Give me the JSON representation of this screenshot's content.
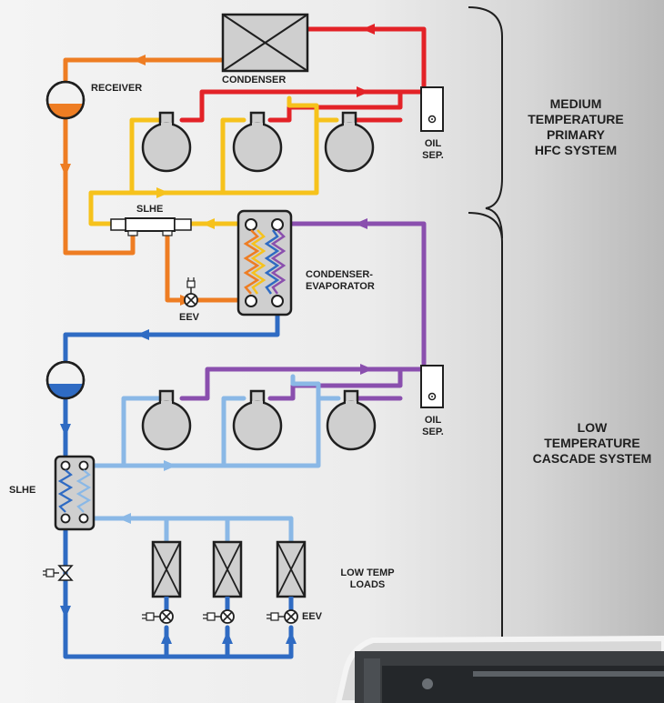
{
  "labels": {
    "condenser": "CONDENSER",
    "receiver": "RECEIVER",
    "oil_sep_top": "OIL\nSEP.",
    "slhe_top": "SLHE",
    "condenser_evaporator": "CONDENSER-\nEVAPORATOR",
    "eev_top": "EEV",
    "oil_sep_bottom": "OIL\nSEP.",
    "slhe_bottom": "SLHE",
    "low_temp_loads": "LOW TEMP\nLOADS",
    "eev_bottom": "EEV"
  },
  "systems": {
    "medium": "MEDIUM\nTEMPERATURE\nPRIMARY\nHFC SYSTEM",
    "low": "LOW\nTEMPERATURE\nCASCADE SYSTEM"
  },
  "colors": {
    "red": "#e32227",
    "orange": "#ee7d23",
    "yellow": "#f6c21c",
    "purple": "#8a4fae",
    "blue_dark": "#2f6bc3",
    "blue_light": "#8ab8e6",
    "component_gray": "#cfcfcf",
    "background_light": "#f2f2f2",
    "background_dark": "#b5b5b5"
  }
}
